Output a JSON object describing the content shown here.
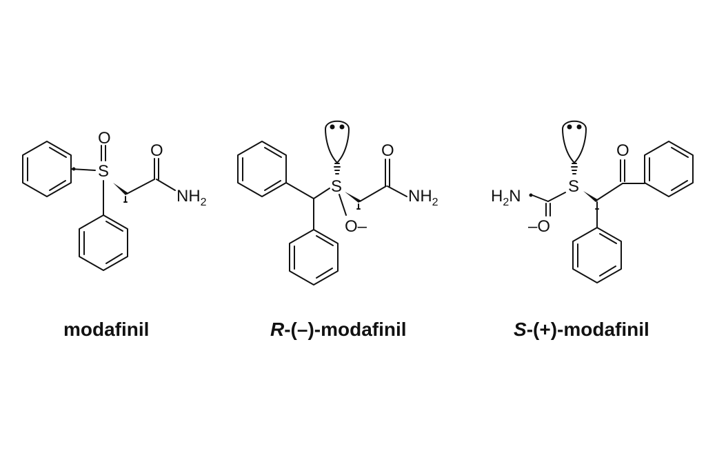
{
  "molecules": [
    {
      "id": "modafinil",
      "caption": "modafinil",
      "atoms": {
        "oxygen_top": "O",
        "sulfur": "S",
        "carbonyl_o": "O",
        "amide_n": "NH",
        "amide_sub": "2"
      }
    },
    {
      "id": "r-modafinil",
      "caption_prefix": "R",
      "caption_suffix": "-(–)-modafinil",
      "atoms": {
        "sulfur": "S",
        "oxide": "O–",
        "carbonyl_o": "O",
        "amide_n": "NH",
        "amide_sub": "2"
      }
    },
    {
      "id": "s-modafinil",
      "caption_prefix": "S",
      "caption_suffix": "-(+)-modafinil",
      "atoms": {
        "amide_h": "H",
        "amide_sub": "2",
        "amide_n": "N",
        "sulfur": "S",
        "oxide": "–O",
        "ketone_o": "O"
      }
    }
  ]
}
